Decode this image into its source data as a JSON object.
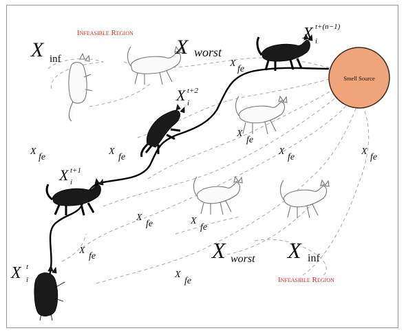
{
  "regions": {
    "infeasible_top": "Infeasible Region",
    "infeasible_bottom": "Infeasible Region"
  },
  "source_label": "Smell Source",
  "symbols": {
    "X": "X",
    "sub_inf": "inf",
    "sub_worst": "worst",
    "sub_fe": "fe",
    "sub_i": "i",
    "sup_t": "t",
    "sup_t1": "t+1",
    "sup_t2": "t+2",
    "sup_tn": "t+(n−1)"
  },
  "colors": {
    "region_text": "#d8262b",
    "source_fill": "#f0a47a",
    "source_stroke": "#3a2a20",
    "path": "#000000",
    "dashed": "#a8a8a8"
  }
}
